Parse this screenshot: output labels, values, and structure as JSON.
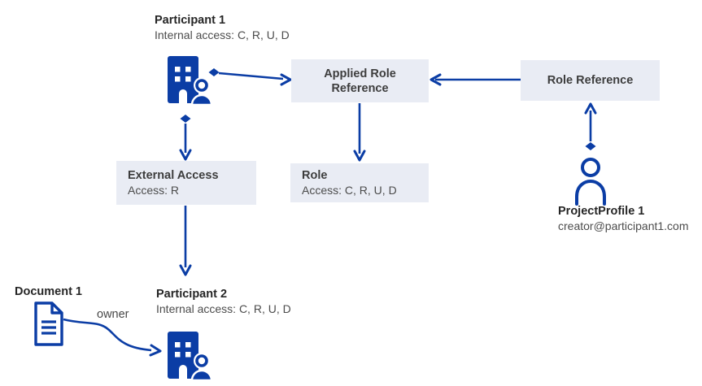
{
  "colors": {
    "accent": "#0b3da5",
    "box_fill": "#e9ecf4",
    "title_text": "#262626",
    "box_title_text": "#3d3d3d",
    "secondary_text": "#4c4c4c"
  },
  "nodes": {
    "participant1": {
      "title": "Participant 1",
      "subtitle": "Internal access: C, R, U, D"
    },
    "applied_role_reference": {
      "title": "Applied Role Reference"
    },
    "role_reference": {
      "title": "Role Reference"
    },
    "role": {
      "title": "Role",
      "subtitle": "Access: C, R, U, D"
    },
    "external_access": {
      "title": "External Access",
      "subtitle": "Access: R"
    },
    "participant2": {
      "title": "Participant 2",
      "subtitle": "Internal access: C, R, U, D"
    },
    "document1": {
      "title": "Document 1"
    },
    "project_profile1": {
      "title": "ProjectProfile 1",
      "subtitle": "creator@participant1.com"
    }
  },
  "edges": {
    "owner_label": "owner"
  },
  "icons": {
    "building": "building-with-person-icon",
    "person": "person-icon",
    "document": "document-icon"
  }
}
